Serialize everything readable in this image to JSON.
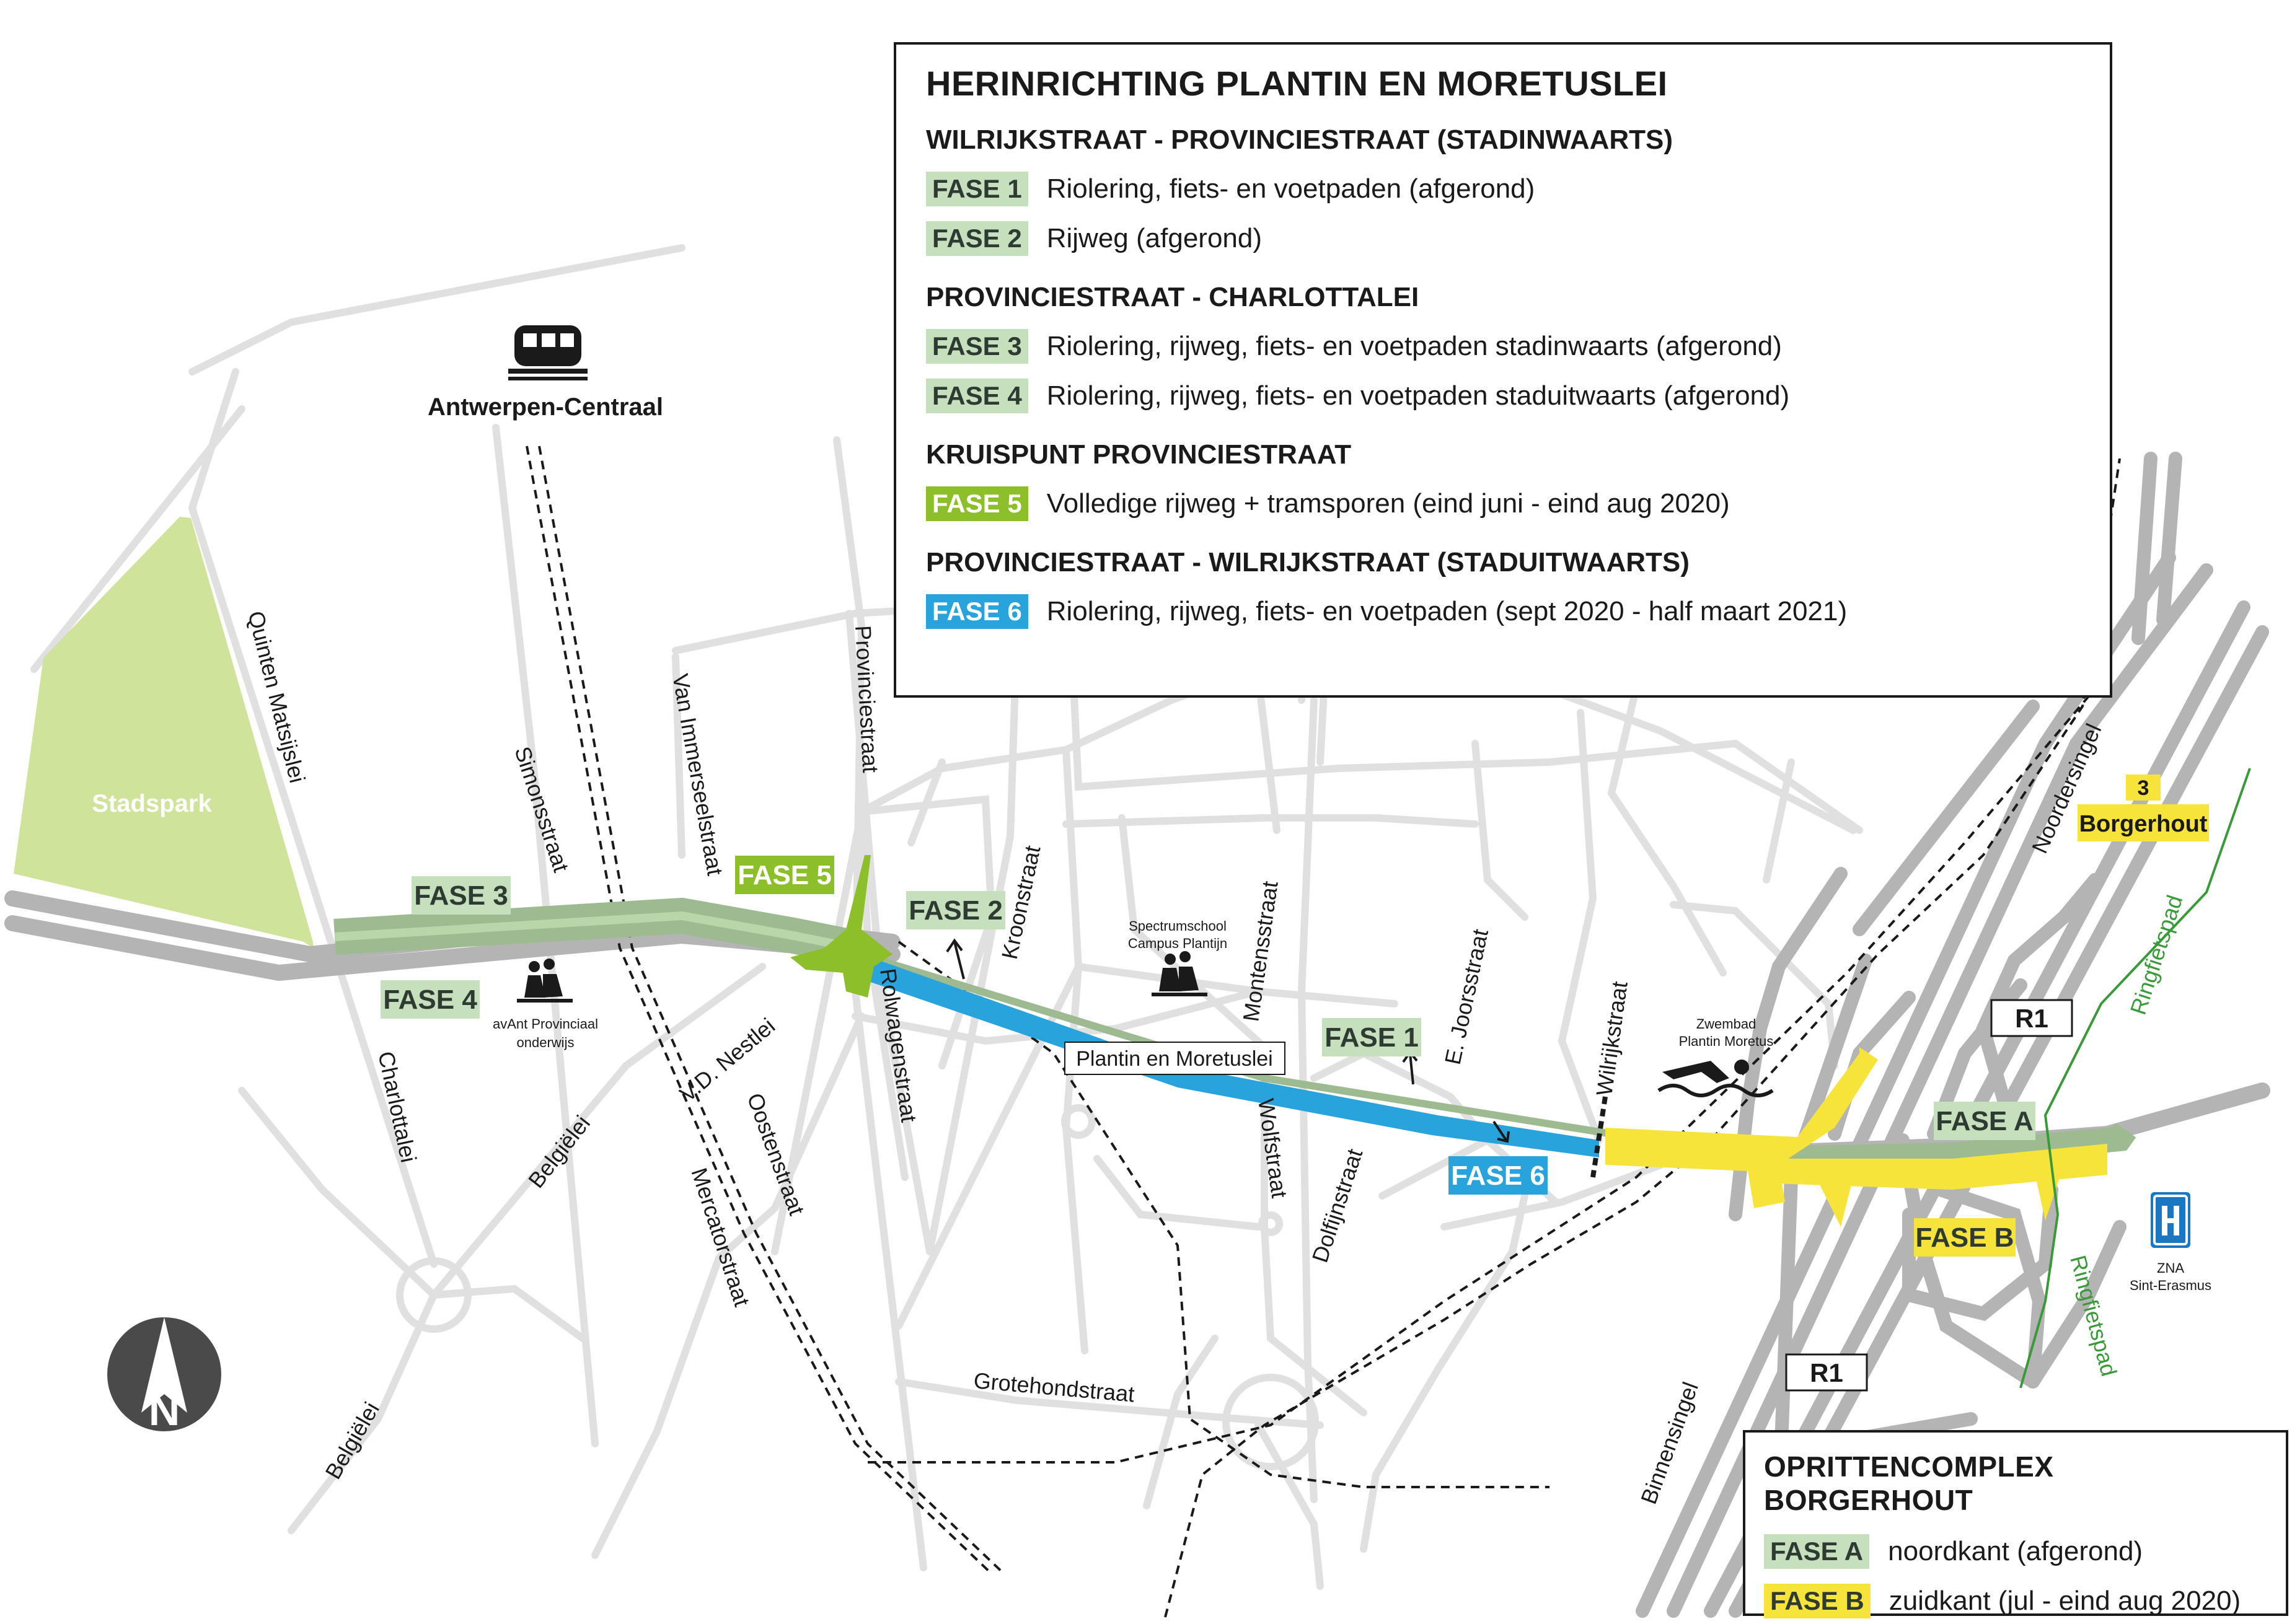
{
  "legend": {
    "title": "HERINRICHTING PLANTIN EN MORETUSLEI",
    "sections": [
      {
        "heading": "WILRIJKSTRAAT - PROVINCIESTRAAT (STADINWAARTS)",
        "items": [
          {
            "badge": "FASE 1",
            "desc": "Riolering, fiets- en voetpaden (afgerond)",
            "color": "#c6dfbd"
          },
          {
            "badge": "FASE 2",
            "desc": "Rijweg (afgerond)",
            "color": "#c6dfbd"
          }
        ]
      },
      {
        "heading": "PROVINCIESTRAAT - CHARLOTTALEI",
        "items": [
          {
            "badge": "FASE 3",
            "desc": "Riolering, rijweg, fiets- en voetpaden stadinwaarts (afgerond)",
            "color": "#c6dfbd"
          },
          {
            "badge": "FASE 4",
            "desc": "Riolering, rijweg, fiets- en voetpaden staduitwaarts (afgerond)",
            "color": "#c6dfbd"
          }
        ]
      },
      {
        "heading": "KRUISPUNT PROVINCIESTRAAT",
        "items": [
          {
            "badge": "FASE 5",
            "desc": "Volledige rijweg + tramsporen (eind juni - eind aug 2020)",
            "color": "#8cbf2a",
            "text_color": "#ffffff"
          }
        ]
      },
      {
        "heading": "PROVINCIESTRAAT - WILRIJKSTRAAT (STADUITWAARTS)",
        "items": [
          {
            "badge": "FASE 6",
            "desc": "Riolering, rijweg, fiets- en voetpaden (sept 2020 - half maart 2021)",
            "color": "#29a3db",
            "text_color": "#ffffff"
          }
        ]
      }
    ]
  },
  "legend2": {
    "title": "OPRITTENCOMPLEX BORGERHOUT",
    "items": [
      {
        "badge": "FASE A",
        "desc": "noordkant (afgerond)",
        "color": "#c6dfbd"
      },
      {
        "badge": "FASE B",
        "desc": "zuidkant (jul - eind aug 2020)",
        "color": "#f7e43a"
      }
    ]
  },
  "map": {
    "park": "Stadspark",
    "station": "Antwerpen-Centraal",
    "main_road_label": "Plantin en Moretuslei",
    "phases": {
      "fase1": "FASE 1",
      "fase2": "FASE 2",
      "fase3": "FASE 3",
      "fase4": "FASE 4",
      "fase5": "FASE 5",
      "fase6": "FASE 6",
      "faseA": "FASE A",
      "faseB": "FASE B"
    },
    "streets": {
      "quinten": "Quinten Matsijslei",
      "simons": "Simonsstraat",
      "vanimmer": "Van Immerseelstraat",
      "provincie": "Provinciestraat",
      "kroon": "Kroonstraat",
      "montens": "Montensstraat",
      "joors": "E. Joorsstraat",
      "wilrijk": "Wilrijkstraat",
      "noorder": "Noordersingel",
      "charlotta": "Charlottalei",
      "vdnest": "V.D. Nestlei",
      "belgie1": "Belgiëlei",
      "belgie2": "Belgiëlei",
      "oosten": "Oostenstraat",
      "mercator": "Mercatorstraat",
      "rolwagen": "Rolwagenstraat",
      "wolf": "Wolfstraat",
      "dolfijn": "Dolfijnstraat",
      "grotehond": "Grotehondstraat",
      "binnen": "Binnensingel",
      "ring1": "Ringfietspad",
      "ring2": "Ringfietspad"
    },
    "pois": {
      "school1_l1": "avAnt Provinciaal",
      "school1_l2": "onderwijs",
      "school2_l1": "Spectrumschool",
      "school2_l2": "Campus Plantijn",
      "pool_l1": "Zwembad",
      "pool_l2": "Plantin Moretus",
      "hosp_l1": "ZNA",
      "hosp_l2": "Sint-Erasmus",
      "borger_num": "3",
      "borger": "Borgerhout",
      "r1a": "R1",
      "r1b": "R1",
      "north": "N"
    }
  },
  "colors": {
    "done": "#c6dfbd",
    "fase5": "#8cbf2a",
    "fase6": "#29a3db",
    "faseB": "#f7e43a",
    "road": "#e0e0e0",
    "ring": "#b4b4b4",
    "park": "#cfe39a",
    "cycle": "#3a9a3a"
  }
}
